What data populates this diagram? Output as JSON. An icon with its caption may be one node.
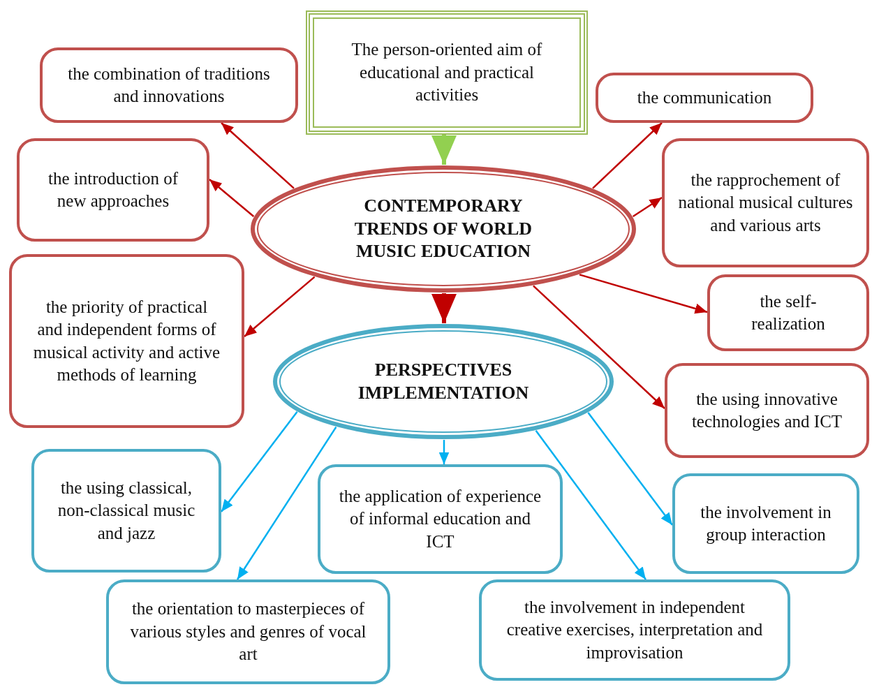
{
  "diagram": {
    "nodes": [
      {
        "text": [
          "The person-oriented aim of educational and practical activities"
        ]
      },
      {
        "text": [
          "CONTEMPORARY TRENDS OF WORLD MUSIC EDUCATION"
        ]
      },
      {
        "text": [
          "the combination of traditions and innovations"
        ]
      },
      {
        "text": [
          "the communication"
        ]
      },
      {
        "text": [
          "the introduction of new approaches"
        ]
      },
      {
        "text": [
          "the rapprochement of national musical cultures and various arts"
        ]
      },
      {
        "text": [
          "the priority of practical and independent forms of musical activity and active methods of learning"
        ]
      },
      {
        "text": [
          "the self-realization"
        ]
      },
      {
        "text": [
          "the using innovative technologies and ICT"
        ]
      },
      {
        "text": [
          "PERSPECTIVES IMPLEMENTATION"
        ]
      },
      {
        "text": [
          "the using classical, non-classical music and jazz"
        ]
      },
      {
        "text": [
          "the application of experience of informal education and ICT"
        ]
      },
      {
        "text": [
          "the involvement in group interaction"
        ]
      },
      {
        "text": [
          "the orientation to masterpieces of various styles and genres of vocal art"
        ]
      },
      {
        "text": [
          "the involvement in independent creative exercises, interpretation and improvisation"
        ]
      }
    ],
    "edges": [
      {
        "from": 0,
        "to": 1,
        "arrow": "to",
        "style": "thick",
        "color": "#92d050"
      },
      {
        "from": 1,
        "to": 2,
        "arrow": "to"
      },
      {
        "from": 1,
        "to": 4,
        "arrow": "to"
      },
      {
        "from": 1,
        "to": 6,
        "arrow": "to"
      },
      {
        "from": 1,
        "to": 3,
        "arrow": "to"
      },
      {
        "from": 1,
        "to": 5,
        "arrow": "to"
      },
      {
        "from": 1,
        "to": 7,
        "arrow": "to"
      },
      {
        "from": 1,
        "to": 8,
        "arrow": "to"
      },
      {
        "from": 1,
        "to": 9,
        "arrow": "to",
        "style": "thick"
      },
      {
        "from": 9,
        "to": 10,
        "arrow": "to",
        "color": "#00b0f0"
      },
      {
        "from": 9,
        "to": 13,
        "arrow": "to",
        "color": "#00b0f0"
      },
      {
        "from": 9,
        "to": 11,
        "arrow": "to",
        "color": "#00b0f0"
      },
      {
        "from": 9,
        "to": 14,
        "arrow": "to",
        "color": "#00b0f0"
      },
      {
        "from": 9,
        "to": 12,
        "arrow": "to",
        "color": "#00b0f0"
      }
    ]
  }
}
